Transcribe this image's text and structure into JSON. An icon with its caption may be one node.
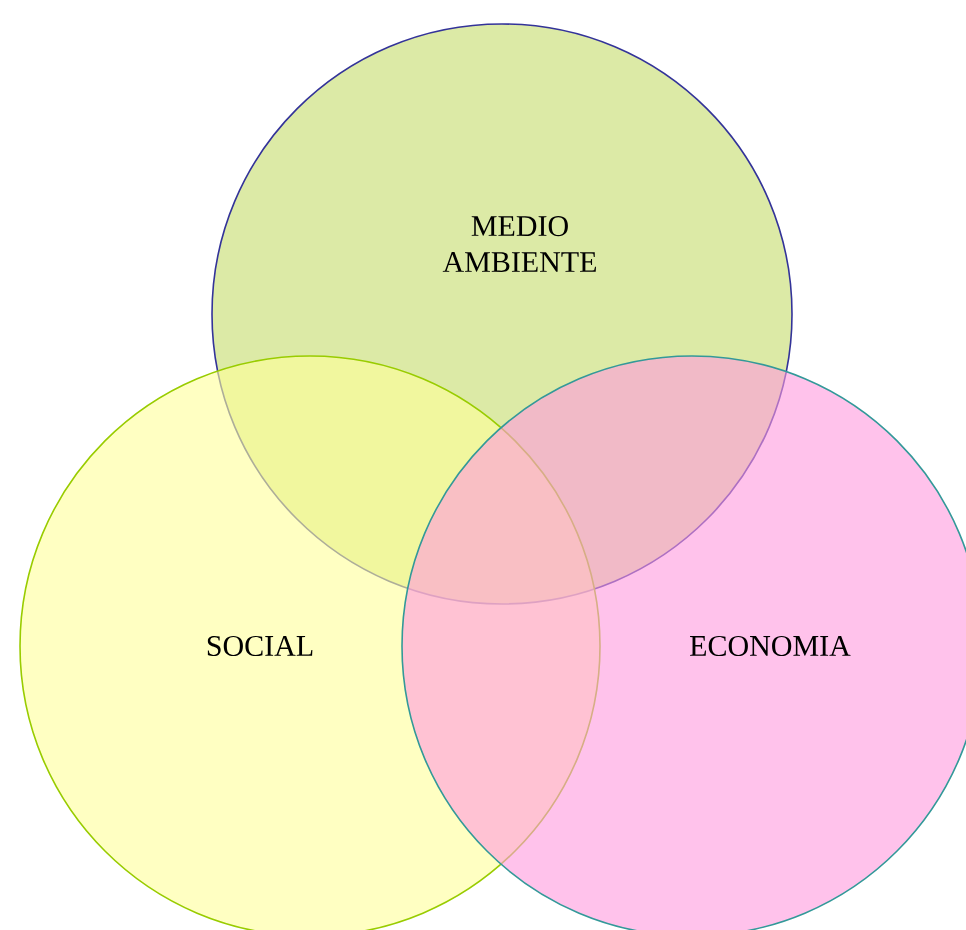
{
  "diagram": {
    "nodes": [
      {
        "text": [
          "MEDIO AMBIENTE"
        ]
      },
      {
        "text": [
          "SOCIAL"
        ]
      },
      {
        "text": [
          "ECONOMIA"
        ]
      }
    ]
  }
}
